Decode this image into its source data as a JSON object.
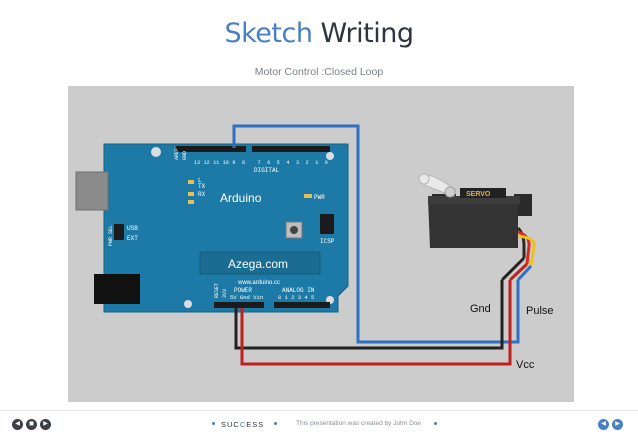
{
  "title": {
    "accent": "Sketch",
    "rest": " Writing"
  },
  "subtitle": "Motor Control :Closed Loop",
  "board": {
    "name": "Arduino",
    "site": "Azega.com",
    "url": "www.arduino.cc",
    "digital": "DIGITAL",
    "aref": "AREF",
    "gnd": "GND",
    "digital_pins": [
      "13",
      "12",
      "11",
      "10",
      "9",
      "8",
      "7",
      "6",
      "5",
      "4",
      "3",
      "2",
      "1",
      "0"
    ],
    "tx": "TX",
    "rx": "RX",
    "l": "L",
    "pwr": "PWR",
    "usb": "USB",
    "ext": "EXT",
    "pwr_sel": "PWR SEL",
    "icsp": "ICSP",
    "reset": "RESET",
    "v33": "3V3",
    "power": "POWER",
    "power_pins": "5V Gnd Vin",
    "analog_in": "ANALOG IN",
    "analog_pins": "0 1 2 3 4 5"
  },
  "servo": {
    "label": "SERVO"
  },
  "labels": {
    "gnd": "Gnd",
    "pulse": "Pulse",
    "vcc": "Vcc"
  },
  "wire_colors": {
    "signal": "#2f6fc4",
    "ground": "#222222",
    "power": "#c0211f",
    "servo_yellow": "#f0c020",
    "servo_red": "#d62b1e",
    "servo_black": "#2a2a2a"
  },
  "footer": {
    "nav_left": [
      "◀",
      "◼",
      "▶"
    ],
    "brand_a": "SUC",
    "brand_b": "C",
    "brand_c": "ESS",
    "note": "This presentation was created by John Doe",
    "nav_right": [
      "◀",
      "▶"
    ]
  }
}
